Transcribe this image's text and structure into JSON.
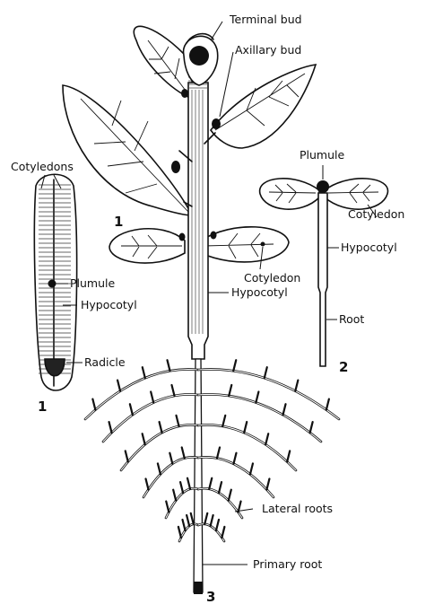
{
  "figure": {
    "labels": {
      "terminal_bud": "Terminal bud",
      "axillary_bud": "Axillary bud",
      "cotyledons": "Cotyledons",
      "plumule_seed": "Plumule",
      "hypocotyl_seed": "Hypocotyl",
      "radicle": "Radicle",
      "plumule_seedling": "Plumule",
      "cotyledon_seedling": "Cotyledon",
      "hypocotyl_seedling": "Hypocotyl",
      "root_seedling": "Root",
      "cotyledon_plant": "Cotyledon",
      "hypocotyl_plant": "Hypocotyl",
      "lateral_roots": "Lateral roots",
      "primary_root": "Primary root"
    },
    "numbers": {
      "seed": "1",
      "seedling": "2",
      "plant": "3",
      "stem_mark": "1"
    }
  }
}
